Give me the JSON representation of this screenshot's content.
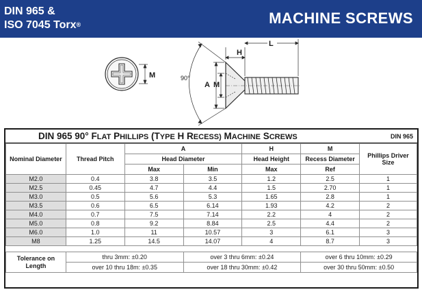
{
  "banner": {
    "standard_line1": "DIN 965 &",
    "standard_line2": "ISO 7045 Torx",
    "registered": "®",
    "title": "MACHINE SCREWS",
    "bg_color": "#1d3f8a"
  },
  "drawing": {
    "label_m_front": "M",
    "label_angle": "90°",
    "label_a": "A",
    "label_m_side": "M",
    "label_h": "H",
    "label_l": "L"
  },
  "table": {
    "title_prefix": "DIN 965  90°",
    "title_words": [
      {
        "cap": "F",
        "rest": "LAT"
      },
      {
        "cap": "P",
        "rest": "HILLIPS"
      },
      {
        "cap": "(T",
        "rest": "YPE"
      },
      {
        "cap": "H R",
        "rest": "ECESS)"
      },
      {
        "cap": "M",
        "rest": "ACHINE"
      },
      {
        "cap": "S",
        "rest": "CREWS"
      }
    ],
    "code": "DIN 965",
    "headers": {
      "nominal_diameter": "Nominal Diameter",
      "thread_pitch": "Thread Pitch",
      "group_a": "A",
      "group_h": "H",
      "group_m": "M",
      "phillips_driver": "Phillips Driver Size",
      "head_diameter": "Head Diameter",
      "head_height": "Head Height",
      "recess_diameter": "Recess Diameter",
      "max": "Max",
      "min": "Min",
      "max_h": "Max",
      "ref": "Ref"
    },
    "rows": [
      {
        "d": "M2.0",
        "pitch": "0.4",
        "a_max": "3.8",
        "a_min": "3.5",
        "h_max": "1.2",
        "m_ref": "2.5",
        "driver": "1"
      },
      {
        "d": "M2.5",
        "pitch": "0.45",
        "a_max": "4.7",
        "a_min": "4.4",
        "h_max": "1.5",
        "m_ref": "2.70",
        "driver": "1"
      },
      {
        "d": "M3.0",
        "pitch": "0.5",
        "a_max": "5.6",
        "a_min": "5.3",
        "h_max": "1.65",
        "m_ref": "2.8",
        "driver": "1"
      },
      {
        "d": "M3.5",
        "pitch": "0.6",
        "a_max": "6.5",
        "a_min": "6.14",
        "h_max": "1.93",
        "m_ref": "4.2",
        "driver": "2"
      },
      {
        "d": "M4.0",
        "pitch": "0.7",
        "a_max": "7.5",
        "a_min": "7.14",
        "h_max": "2.2",
        "m_ref": "4",
        "driver": "2"
      },
      {
        "d": "M5.0",
        "pitch": "0.8",
        "a_max": "9.2",
        "a_min": "8.84",
        "h_max": "2.5",
        "m_ref": "4.4",
        "driver": "2"
      },
      {
        "d": "M6.0",
        "pitch": "1.0",
        "a_max": "11",
        "a_min": "10.57",
        "h_max": "3",
        "m_ref": "6.1",
        "driver": "3"
      },
      {
        "d": "M8",
        "pitch": "1.25",
        "a_max": "14.5",
        "a_min": "14.07",
        "h_max": "4",
        "m_ref": "8.7",
        "driver": "3"
      }
    ],
    "tolerance": {
      "label_line1": "Tolerance on",
      "label_line2": "Length",
      "row1": [
        "thru 3mm: ±0.20",
        "over 3 thru 6mm: ±0.24",
        "over 6 thru 10mm: ±0.29"
      ],
      "row2": [
        "over 10 thru 18m: ±0.35",
        "over 18 thru 30mm: ±0.42",
        "over 30 thru 50mm: ±0.50"
      ]
    }
  }
}
